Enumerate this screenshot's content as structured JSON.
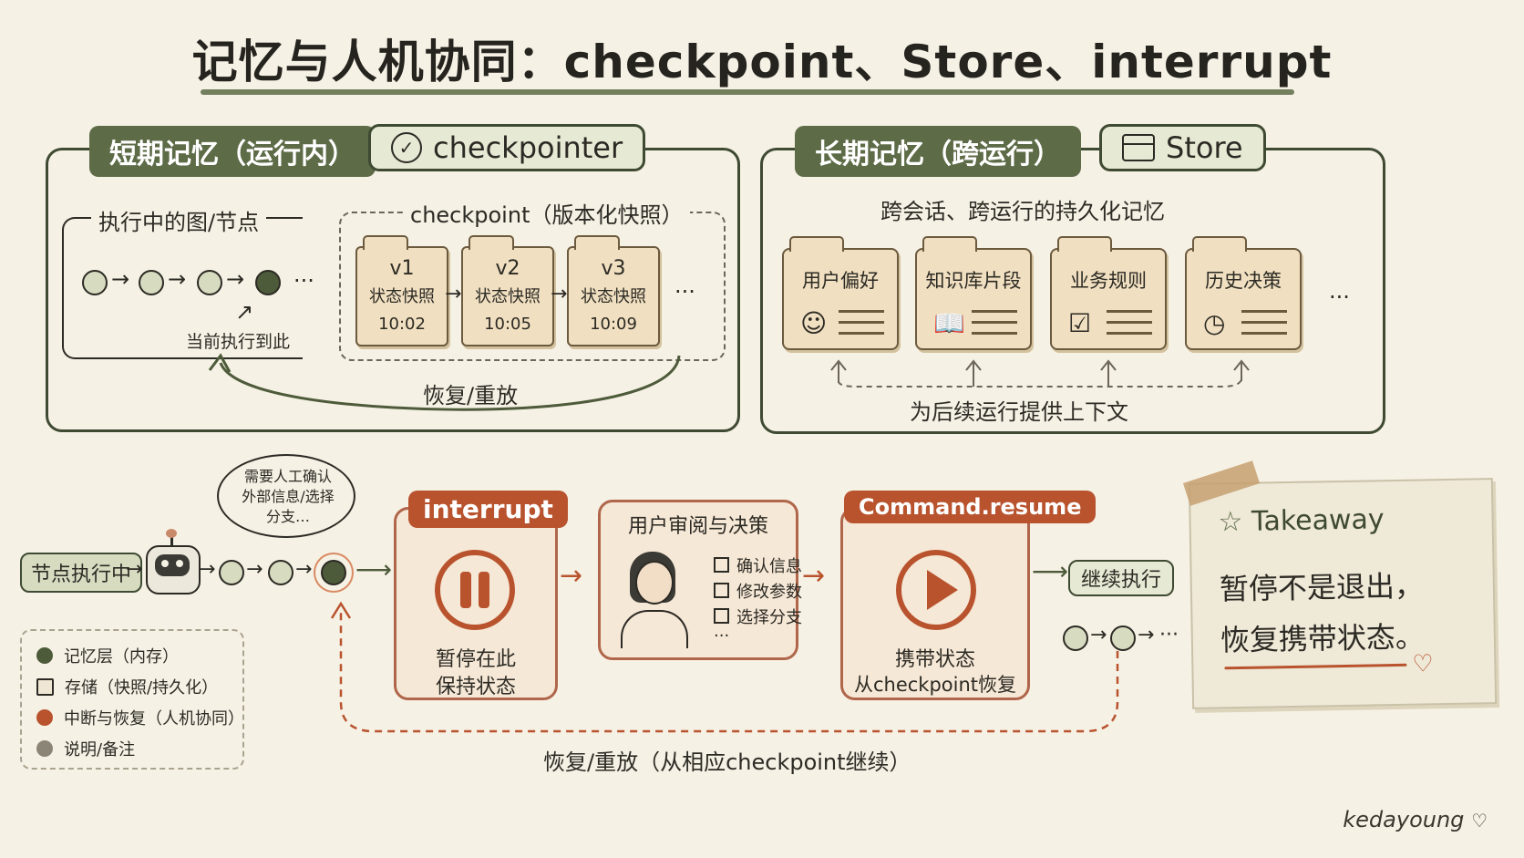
{
  "title": "记忆与人机协同：checkpoint、Store、interrupt",
  "short_term": {
    "tag": "短期记忆（运行内）",
    "tool_label": "checkpointer",
    "graph_label": "执行中的图/节点",
    "current_label": "当前执行到此",
    "ellipsis": "···",
    "checkpoint_label": "checkpoint（版本化快照）",
    "snapshots": [
      {
        "version": "v1",
        "state": "状态快照",
        "time": "10:02"
      },
      {
        "version": "v2",
        "state": "状态快照",
        "time": "10:05"
      },
      {
        "version": "v3",
        "state": "状态快照",
        "time": "10:09"
      }
    ],
    "snap_more": "···",
    "restore_label": "恢复/重放"
  },
  "long_term": {
    "tag": "长期记忆（跨运行）",
    "tool_label": "Store",
    "subtitle": "跨会话、跨运行的持久化记忆",
    "cards": [
      {
        "name": "用户偏好",
        "icon": "user-icon",
        "glyph": "☺"
      },
      {
        "name": "知识库片段",
        "icon": "book-icon",
        "glyph": "📖"
      },
      {
        "name": "业务规则",
        "icon": "checklist-icon",
        "glyph": "☑"
      },
      {
        "name": "历史决策",
        "icon": "clock-icon",
        "glyph": "◷"
      }
    ],
    "more": "···",
    "context_label": "为后续运行提供上下文"
  },
  "flow": {
    "node_running": "节点执行中",
    "bubble_text": "需要人工确认外部信息/选择分支…",
    "interrupt": {
      "head": "interrupt",
      "caption_1": "暂停在此",
      "caption_2": "保持状态"
    },
    "review": {
      "head": "用户审阅与决策",
      "options": [
        "确认信息",
        "修改参数",
        "选择分支",
        "···"
      ]
    },
    "resume": {
      "head": "Command.resume",
      "caption_1": "携带状态",
      "caption_2": "从checkpoint恢复"
    },
    "continue_label": "继续执行",
    "restore_label": "恢复/重放（从相应checkpoint继续）"
  },
  "legend": [
    {
      "label": "记忆层（内存）",
      "color": "#4d5b3a"
    },
    {
      "label": "存储（快照/持久化）",
      "color": "#efe6d4"
    },
    {
      "label": "中断与恢复（人机协同）",
      "color": "#b8532e"
    },
    {
      "label": "说明/备注",
      "color": "#8a8576"
    }
  ],
  "takeaway": {
    "title": "Takeaway",
    "line1": "暂停不是退出，",
    "line2": "恢复携带状态。"
  },
  "signature": "kedayoung"
}
